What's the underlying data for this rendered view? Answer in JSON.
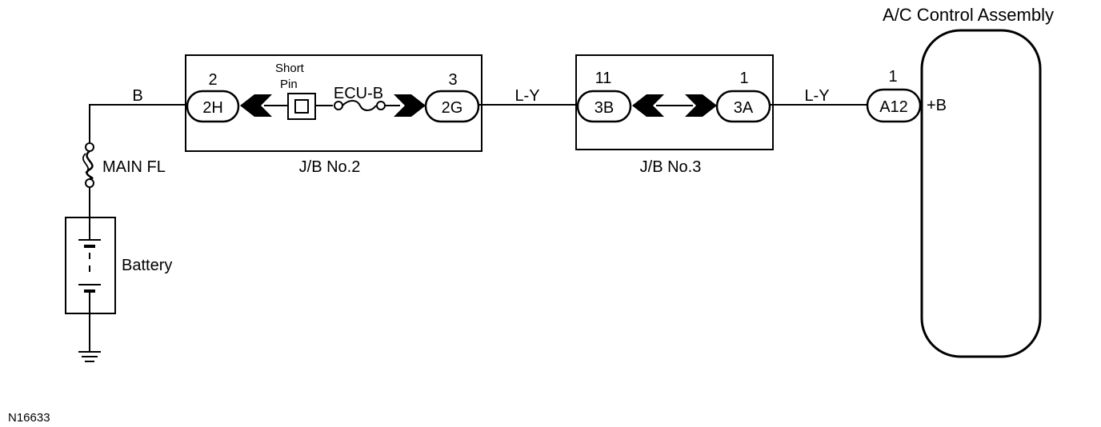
{
  "title": "A/C Control Assembly",
  "figure_id": "N16633",
  "wire_labels": {
    "battery_to_jb2": "B",
    "jb2_to_jb3": "L-Y",
    "jb3_to_ac": "L-Y"
  },
  "main_fuse": "MAIN FL",
  "battery": "Battery",
  "jb2": {
    "name": "J/B No.2",
    "left_pin": "2",
    "left_connector": "2H",
    "right_pin": "3",
    "right_connector": "2G",
    "short_pin_line1": "Short",
    "short_pin_line2": "Pin",
    "fuse": "ECU-B"
  },
  "jb3": {
    "name": "J/B No.3",
    "left_pin": "11",
    "left_connector": "3B",
    "right_pin": "1",
    "right_connector": "3A"
  },
  "ac_assembly": {
    "pin": "1",
    "connector": "A12",
    "terminal": "+B"
  },
  "colors": {
    "line": "#000000",
    "background": "#ffffff"
  }
}
